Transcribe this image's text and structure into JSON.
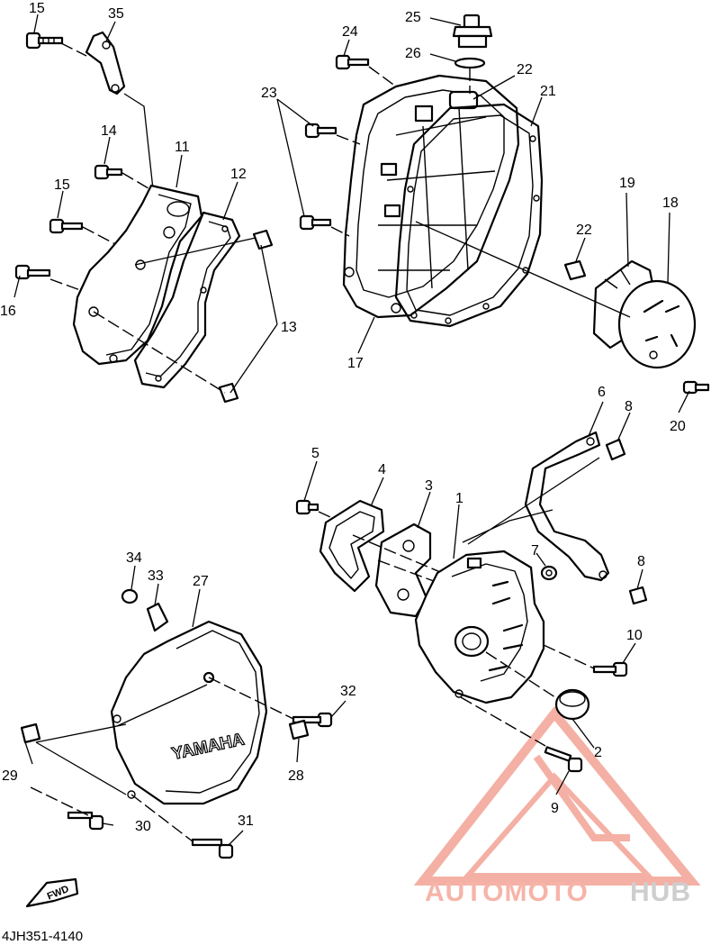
{
  "diagram": {
    "labels": [
      {
        "id": "15a",
        "text": "15"
      },
      {
        "id": "35",
        "text": "35"
      },
      {
        "id": "14",
        "text": "14"
      },
      {
        "id": "11",
        "text": "11"
      },
      {
        "id": "12",
        "text": "12"
      },
      {
        "id": "15b",
        "text": "15"
      },
      {
        "id": "16",
        "text": "16"
      },
      {
        "id": "13",
        "text": "13"
      },
      {
        "id": "24",
        "text": "24"
      },
      {
        "id": "25",
        "text": "25"
      },
      {
        "id": "26",
        "text": "26"
      },
      {
        "id": "22a",
        "text": "22"
      },
      {
        "id": "21",
        "text": "21"
      },
      {
        "id": "23",
        "text": "23"
      },
      {
        "id": "17",
        "text": "17"
      },
      {
        "id": "22b",
        "text": "22"
      },
      {
        "id": "19",
        "text": "19"
      },
      {
        "id": "18",
        "text": "18"
      },
      {
        "id": "20",
        "text": "20"
      },
      {
        "id": "6",
        "text": "6"
      },
      {
        "id": "8a",
        "text": "8"
      },
      {
        "id": "5",
        "text": "5"
      },
      {
        "id": "4",
        "text": "4"
      },
      {
        "id": "3",
        "text": "3"
      },
      {
        "id": "1",
        "text": "1"
      },
      {
        "id": "7",
        "text": "7"
      },
      {
        "id": "8b",
        "text": "8"
      },
      {
        "id": "10",
        "text": "10"
      },
      {
        "id": "34",
        "text": "34"
      },
      {
        "id": "33",
        "text": "33"
      },
      {
        "id": "27",
        "text": "27"
      },
      {
        "id": "32",
        "text": "32"
      },
      {
        "id": "28",
        "text": "28"
      },
      {
        "id": "2",
        "text": "2"
      },
      {
        "id": "9",
        "text": "9"
      },
      {
        "id": "29",
        "text": "29"
      },
      {
        "id": "30",
        "text": "30"
      },
      {
        "id": "31",
        "text": "31"
      }
    ],
    "cover_emboss": "YAMAHA",
    "forward_arrow": "FWD",
    "diagram_code": "4JH351-4140"
  },
  "watermark": {
    "part1": "AUTOMOTO",
    "part2": "HUB",
    "color_primary": "#f5a89a",
    "color_secondary": "#c9c9c9"
  }
}
